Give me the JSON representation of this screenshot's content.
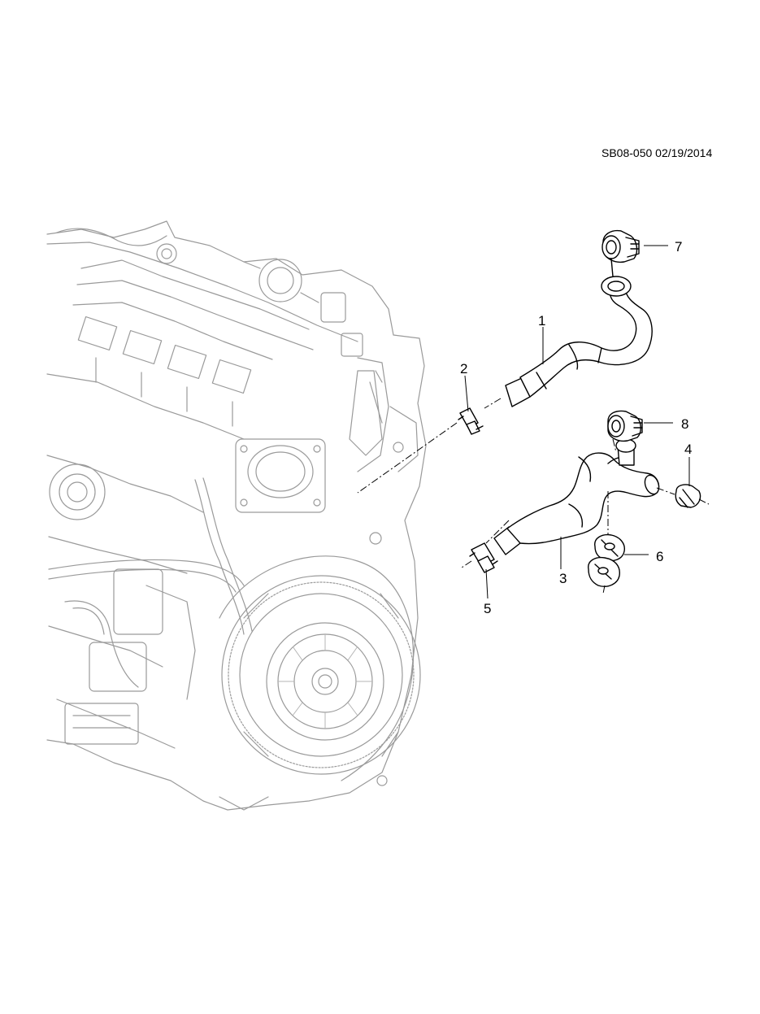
{
  "reference": "SB08-050 02/19/2014",
  "callouts": [
    {
      "id": "1",
      "label": "1"
    },
    {
      "id": "2",
      "label": "2"
    },
    {
      "id": "3",
      "label": "3"
    },
    {
      "id": "4",
      "label": "4"
    },
    {
      "id": "5",
      "label": "5"
    },
    {
      "id": "6",
      "label": "6"
    },
    {
      "id": "7",
      "label": "7"
    },
    {
      "id": "8",
      "label": "8"
    }
  ],
  "colors": {
    "line": "#000000",
    "engine_outline": "#9a9a9a",
    "background": "#ffffff"
  }
}
